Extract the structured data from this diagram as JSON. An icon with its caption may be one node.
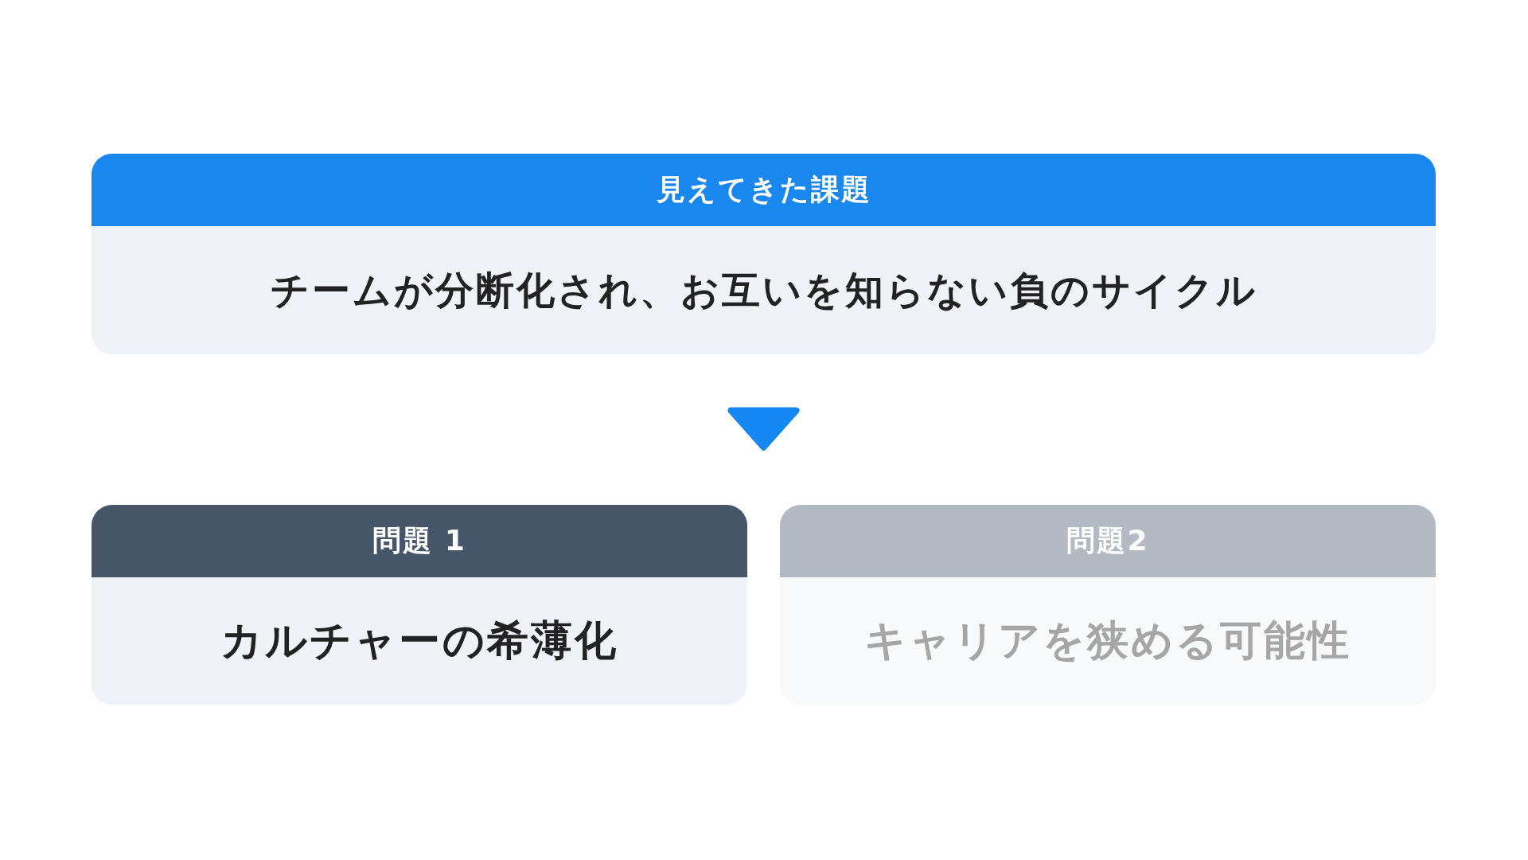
{
  "diagram": {
    "nodes": [
      {
        "text": [
          "見えてきた課題",
          "チームが分断化され、お互いを知らない負のサイクル"
        ]
      },
      {
        "text": [
          "問題 1",
          "カルチャーの希薄化"
        ]
      },
      {
        "text": [
          "問題2",
          "キャリアを狭める可能性"
        ]
      }
    ],
    "edges": [
      {
        "from": 0,
        "to": 1,
        "arrow": "to"
      },
      {
        "from": 0,
        "to": 2,
        "arrow": "to"
      }
    ]
  }
}
